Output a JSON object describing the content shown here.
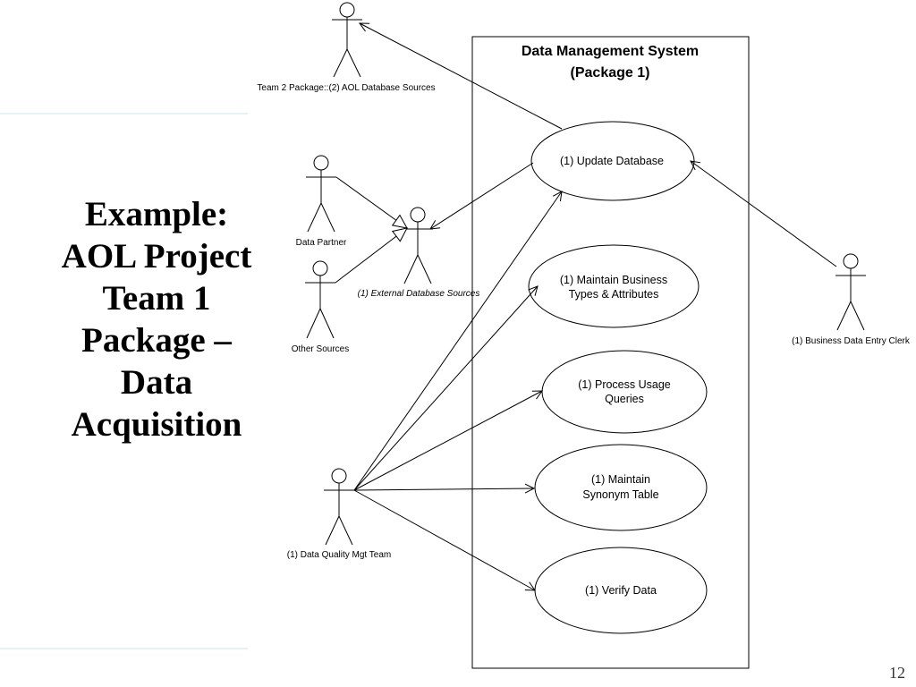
{
  "slide": {
    "title_lines": [
      "Example:",
      "AOL Project",
      "Team 1",
      "Package –",
      "Data",
      "Acquisition"
    ],
    "page_number": "12"
  },
  "system": {
    "title_line1": "Data Management System",
    "title_line2": "(Package 1)"
  },
  "use_cases": [
    {
      "lines": [
        "(1) Update Database"
      ]
    },
    {
      "lines": [
        "(1) Maintain Business",
        "Types & Attributes"
      ]
    },
    {
      "lines": [
        "(1) Process Usage",
        "Queries"
      ]
    },
    {
      "lines": [
        "(1) Maintain",
        "Synonym Table"
      ]
    },
    {
      "lines": [
        "(1) Verify Data"
      ]
    }
  ],
  "actors": {
    "team2": "Team 2 Package::(2) AOL Database Sources",
    "data_partner": "Data Partner",
    "other_sources": "Other Sources",
    "external": "(1) External Database Sources",
    "data_quality": "(1) Data Quality Mgt Team",
    "entry_clerk": "(1) Business Data Entry Clerk"
  },
  "colors": {
    "rule_line": "#cfe4ef",
    "stroke": "#000000"
  }
}
